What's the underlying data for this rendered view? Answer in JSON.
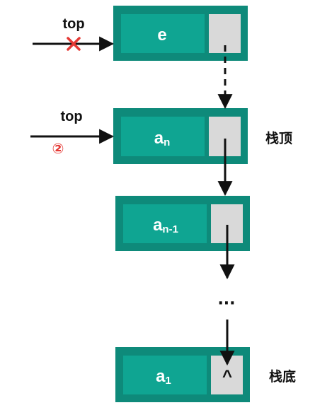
{
  "colors": {
    "node_outer": "#0e8a7a",
    "node_inner": "#0fa592",
    "pointer_cell": "#d9d9d9",
    "arrow": "#111111",
    "accent_red": "#e53935"
  },
  "nodes": [
    {
      "id": "e",
      "main": "e",
      "sub": "",
      "pointer": ""
    },
    {
      "id": "an",
      "main": "a",
      "sub": "n",
      "pointer": ""
    },
    {
      "id": "an-1",
      "main": "a",
      "sub": "n-1",
      "pointer": ""
    },
    {
      "id": "a1",
      "main": "a",
      "sub": "1",
      "pointer": "^"
    }
  ],
  "pointers": {
    "old_top": {
      "label": "top",
      "mark_icon": "cross-icon"
    },
    "new_top": {
      "label": "top",
      "step": "②"
    }
  },
  "ellipsis": "···",
  "labels": {
    "stack_top": "栈顶",
    "stack_bottom": "栈底"
  }
}
